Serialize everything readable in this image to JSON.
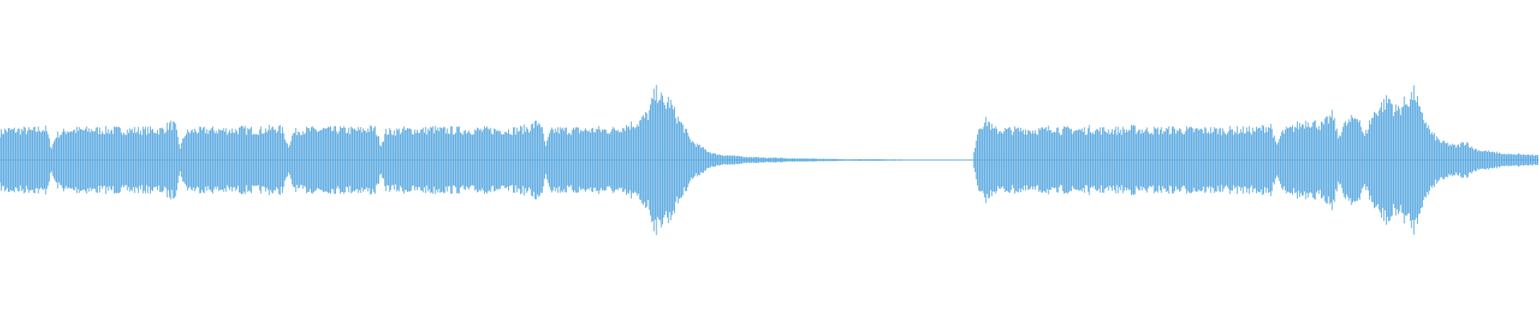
{
  "waveform": {
    "color": "#5aa9e1",
    "background": "#ffffff",
    "envelope": [
      0.36,
      0.4,
      0.4,
      0.4,
      0.4,
      0.4,
      0.39,
      0.4,
      0.42,
      0.41,
      0.16,
      0.34,
      0.36,
      0.4,
      0.4,
      0.4,
      0.4,
      0.4,
      0.41,
      0.4,
      0.4,
      0.4,
      0.4,
      0.4,
      0.4,
      0.4,
      0.4,
      0.4,
      0.4,
      0.4,
      0.4,
      0.4,
      0.42,
      0.48,
      0.46,
      0.16,
      0.36,
      0.38,
      0.4,
      0.39,
      0.4,
      0.4,
      0.4,
      0.4,
      0.4,
      0.4,
      0.4,
      0.41,
      0.4,
      0.4,
      0.4,
      0.4,
      0.41,
      0.42,
      0.43,
      0.39,
      0.18,
      0.36,
      0.4,
      0.4,
      0.4,
      0.4,
      0.4,
      0.41,
      0.4,
      0.4,
      0.41,
      0.4,
      0.4,
      0.4,
      0.4,
      0.41,
      0.42,
      0.41,
      0.2,
      0.38,
      0.38,
      0.39,
      0.4,
      0.4,
      0.4,
      0.4,
      0.4,
      0.4,
      0.42,
      0.4,
      0.4,
      0.4,
      0.4,
      0.4,
      0.4,
      0.4,
      0.4,
      0.4,
      0.4,
      0.4,
      0.4,
      0.4,
      0.4,
      0.4,
      0.4,
      0.41,
      0.42,
      0.44,
      0.48,
      0.52,
      0.18,
      0.38,
      0.4,
      0.4,
      0.4,
      0.4,
      0.4,
      0.4,
      0.4,
      0.4,
      0.41,
      0.4,
      0.4,
      0.4,
      0.42,
      0.44,
      0.46,
      0.48,
      0.5,
      0.56,
      0.62,
      0.84,
      0.92,
      0.72,
      0.8,
      0.64,
      0.52,
      0.42,
      0.28,
      0.22,
      0.18,
      0.14,
      0.1,
      0.08,
      0.07,
      0.06,
      0.06,
      0.05,
      0.05,
      0.04,
      0.04,
      0.04,
      0.03,
      0.03,
      0.03,
      0.03,
      0.03,
      0.02,
      0.02,
      0.02,
      0.02,
      0.02,
      0.02,
      0.015,
      0.015,
      0.015,
      0.015,
      0.01,
      0.01,
      0.01,
      0.01,
      0.01,
      0.01,
      0.01,
      0.01,
      0.01,
      0.008,
      0.008,
      0.008,
      0.008,
      0.006,
      0.006,
      0.006,
      0.006,
      0.006,
      0.006,
      0.006,
      0.006,
      0.006,
      0.006,
      0.006,
      0.006,
      0.006,
      0.006,
      0.42,
      0.5,
      0.52,
      0.4,
      0.4,
      0.4,
      0.4,
      0.4,
      0.4,
      0.41,
      0.4,
      0.4,
      0.4,
      0.4,
      0.42,
      0.44,
      0.4,
      0.4,
      0.41,
      0.4,
      0.4,
      0.4,
      0.42,
      0.4,
      0.4,
      0.4,
      0.4,
      0.4,
      0.4,
      0.4,
      0.42,
      0.41,
      0.4,
      0.4,
      0.4,
      0.4,
      0.4,
      0.4,
      0.41,
      0.4,
      0.4,
      0.4,
      0.4,
      0.4,
      0.4,
      0.4,
      0.4,
      0.4,
      0.4,
      0.4,
      0.4,
      0.4,
      0.4,
      0.4,
      0.4,
      0.42,
      0.44,
      0.46,
      0.18,
      0.36,
      0.4,
      0.42,
      0.46,
      0.48,
      0.52,
      0.5,
      0.48,
      0.46,
      0.54,
      0.6,
      0.3,
      0.46,
      0.5,
      0.56,
      0.6,
      0.3,
      0.48,
      0.62,
      0.7,
      0.76,
      0.82,
      0.66,
      0.7,
      0.76,
      0.84,
      0.9,
      0.6,
      0.52,
      0.36,
      0.3,
      0.24,
      0.22,
      0.2,
      0.18,
      0.22,
      0.24,
      0.16,
      0.14,
      0.12,
      0.12,
      0.1,
      0.1,
      0.08,
      0.08,
      0.07,
      0.08,
      0.07,
      0.07,
      0.06,
      0.06
    ]
  }
}
